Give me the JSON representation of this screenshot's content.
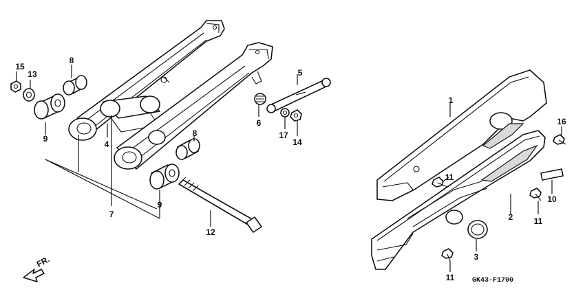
{
  "diagram": {
    "callouts": {
      "c1": "1",
      "c2": "2",
      "c3": "3",
      "c4": "4",
      "c5": "5",
      "c6": "6",
      "c7": "7",
      "c8a": "8",
      "c8b": "8",
      "c9a": "9",
      "c9b": "9",
      "c10": "10",
      "c11a": "11",
      "c11b": "11",
      "c11c": "11",
      "c12": "12",
      "c13": "13",
      "c14": "14",
      "c15": "15",
      "c16": "16",
      "c17": "17"
    },
    "direction_label": "FR.",
    "drawing_code": "GK43-F1700"
  }
}
